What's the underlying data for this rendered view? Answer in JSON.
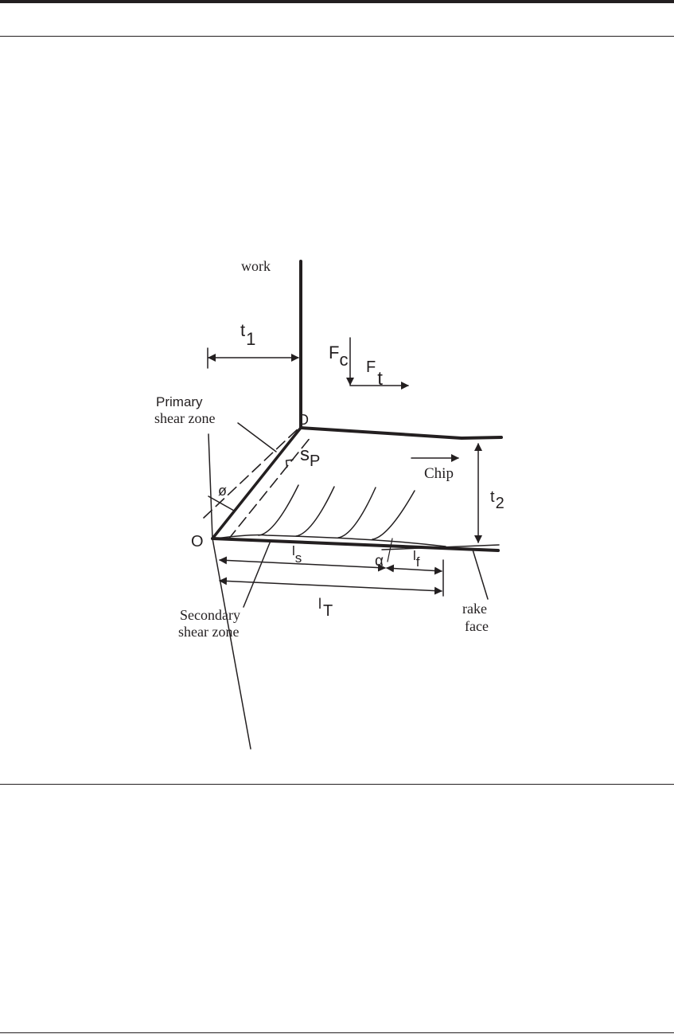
{
  "labels": {
    "work": "work",
    "t1_main": "t",
    "t1_sub": "1",
    "fc_main": "F",
    "fc_sub": "c",
    "ft_main": "F",
    "ft_sub": "t",
    "primary_line1": "Primary",
    "primary_line2": "shear zone",
    "point_d": "D",
    "sp_main": "s",
    "sp_sub": "P",
    "phi": "ø",
    "chip": "Chip",
    "t2_main": "t",
    "t2_sub": "2",
    "point_o": "O",
    "ls_main": "l",
    "ls_sub": "s",
    "alpha": "α",
    "lf_main": "l",
    "lf_sub": "f",
    "lt_main": "l",
    "lt_sub": "T",
    "secondary_line1": "Secondary",
    "secondary_line2": "shear zone",
    "rake_line1": "rake",
    "rake_line2": "face"
  },
  "colors": {
    "ink": "#231f20",
    "background": "#ffffff"
  }
}
